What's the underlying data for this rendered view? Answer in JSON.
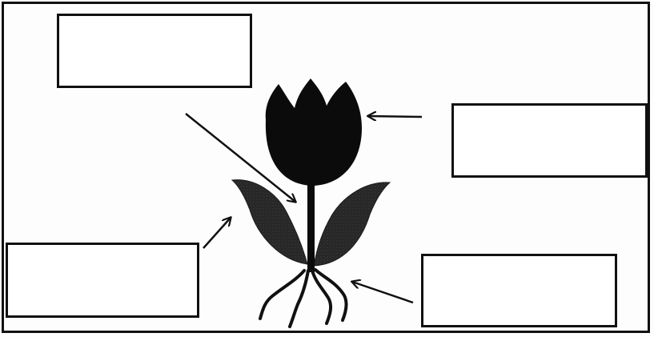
{
  "diagram": {
    "labels": [
      {
        "id": "top-left",
        "text": ""
      },
      {
        "id": "right-upper",
        "text": ""
      },
      {
        "id": "left-lower",
        "text": ""
      },
      {
        "id": "right-lower",
        "text": ""
      }
    ],
    "colors": {
      "ink": "#111111",
      "flower": "#0b0b0b",
      "leaf": "#2b2b2b",
      "background": "#fdfdfd"
    }
  }
}
